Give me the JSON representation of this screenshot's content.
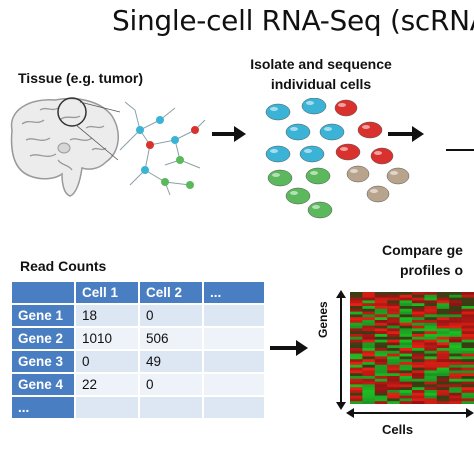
{
  "title": "Single-cell RNA-Seq (scRNA",
  "tissue_label": "Tissue (e.g. tumor)",
  "isolate_label_line1": "Isolate and sequence",
  "isolate_label_line2": "individual cells",
  "read_counts_label": "Read Counts",
  "compare_label_line1": "Compare ge",
  "compare_label_line2": "profiles o",
  "heatmap_y_label": "Genes",
  "heatmap_x_label": "Cells",
  "table": {
    "headers": [
      "",
      "Cell 1",
      "Cell 2",
      "..."
    ],
    "rows": [
      {
        "gene": "Gene 1",
        "values": [
          "18",
          "0",
          ""
        ]
      },
      {
        "gene": "Gene 2",
        "values": [
          "1010",
          "506",
          ""
        ]
      },
      {
        "gene": "Gene 3",
        "values": [
          "0",
          "49",
          ""
        ]
      },
      {
        "gene": "Gene 4",
        "values": [
          "22",
          "0",
          ""
        ]
      },
      {
        "gene": "...",
        "values": [
          "",
          "",
          ""
        ]
      }
    ]
  },
  "colors": {
    "table_header": "#4a7ec2",
    "table_cell": "#dde6f3",
    "cell_red": "#d9322e",
    "cell_cyan": "#3bb3d6",
    "cell_green": "#5bb85c",
    "cell_tan": "#b8a48c",
    "heatmap_red": "#e0261e",
    "heatmap_green": "#1fae2a"
  }
}
